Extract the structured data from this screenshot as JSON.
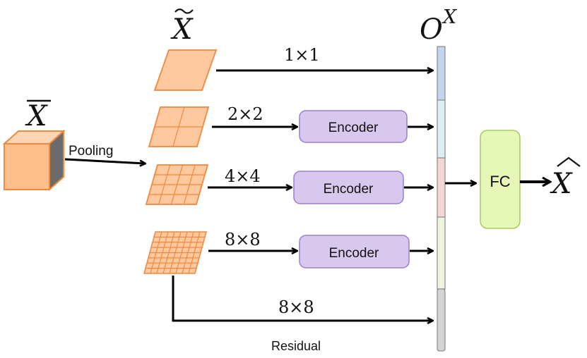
{
  "inputs": {
    "x_bar": "X",
    "x_tilde": "X",
    "o_x_base": "O",
    "o_x_sup": "X",
    "x_hat": "X"
  },
  "pooling_label": "Pooling",
  "branches": [
    {
      "grid": 1,
      "label": "1×1",
      "encoder": ""
    },
    {
      "grid": 2,
      "label": "2×2",
      "encoder": "Encoder"
    },
    {
      "grid": 4,
      "label": "4×4",
      "encoder": "Encoder"
    },
    {
      "grid": 8,
      "label": "8×8",
      "encoder": "Encoder"
    }
  ],
  "residual": {
    "label": "8×8",
    "caption": "Residual"
  },
  "fc_label": "FC",
  "colors": {
    "orange_fill": "#FFC9A0",
    "orange_stroke": "#F0883E",
    "encoder_fill": "#D9C8EE",
    "encoder_stroke": "#9B7FC8",
    "fc_fill": "#E6F7B8",
    "fc_stroke": "#A6CC5A",
    "bar_segments": [
      "#C3D4EE",
      "#DCEEF3",
      "#F3D6D6",
      "#EEF3DC",
      "#D4D4D4"
    ],
    "arrow": "#000000"
  }
}
